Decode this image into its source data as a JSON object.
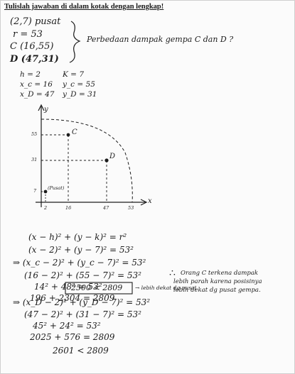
{
  "header": "Tulislah jawaban di dalam kotak dengan lengkap!",
  "given": {
    "center": "(2,7) pusat",
    "radius": "r = 53",
    "pointC": "C (16,55)",
    "pointD": "D (47,31)",
    "question": "Perbedaan dampak gempa C dan D ?"
  },
  "vars": {
    "h": "h = 2",
    "k": "K = 7",
    "xc": "x_c = 16",
    "yc": "y_c = 55",
    "xd": "x_D = 47",
    "yd": "y_D = 31"
  },
  "graph": {
    "y_axis": "y",
    "x_axis": "x",
    "label_c": "C",
    "label_d": "D",
    "label_pusat": "(Pusat)",
    "ticks_y": [
      "55",
      "31",
      "7"
    ],
    "ticks_x": [
      "2",
      "16",
      "47",
      "53"
    ]
  },
  "work": {
    "line1": "(x − h)² + (y − k)² = r²",
    "line2": "(x − 2)² + (y − 7)² = 53²",
    "line3": "⇒ (x_c − 2)² + (y_c − 7)² = 53²",
    "line4": "(16 − 2)² + (55 − 7)² = 53²",
    "line5": "14² + 48² = 53²",
    "line6": "196 + 2304 = 2809",
    "line7": "2500 < 2809",
    "note7": "→ lebih dekat dg pusat",
    "line8": "⇒ (x_D − 2)² + (y_D − 7)² = 53²",
    "line9": "(47 − 2)² + (31 − 7)² = 53²",
    "line10": "45² + 24² = 53²",
    "line11": "2025 + 576 = 2809",
    "line12": "2601 < 2809"
  },
  "conclusion": {
    "therefore": "∴",
    "l1": "Orang C terkena dampak",
    "l2": "lebih parah karena posisinya",
    "l3": "lebih dekat dg pusat gempa."
  }
}
